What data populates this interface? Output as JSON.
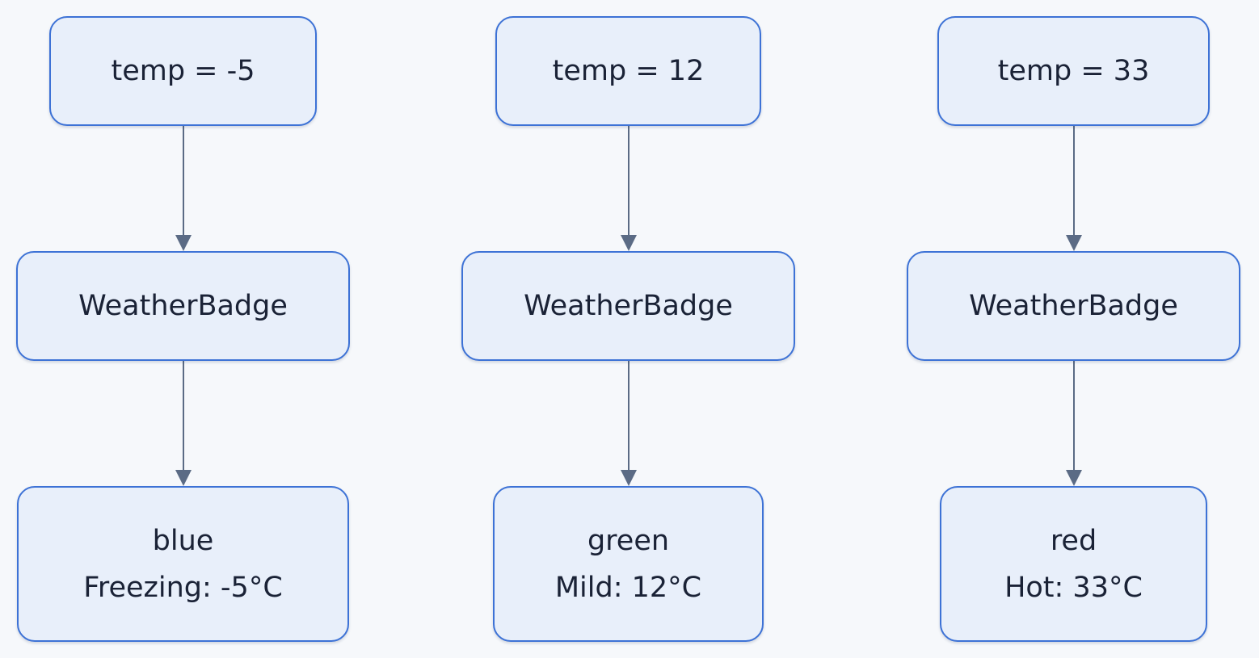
{
  "columns": [
    {
      "input": "temp = -5",
      "component": "WeatherBadge",
      "output_color": "blue",
      "output_label": "Freezing: -5°C"
    },
    {
      "input": "temp = 12",
      "component": "WeatherBadge",
      "output_color": "green",
      "output_label": "Mild: 12°C"
    },
    {
      "input": "temp = 33",
      "component": "WeatherBadge",
      "output_color": "red",
      "output_label": "Hot: 33°C"
    }
  ],
  "colors": {
    "background": "#f6f8fb",
    "node_fill": "#e8effa",
    "node_border": "#3d72d6",
    "edge": "#5b6b85",
    "text": "#1a2236"
  }
}
